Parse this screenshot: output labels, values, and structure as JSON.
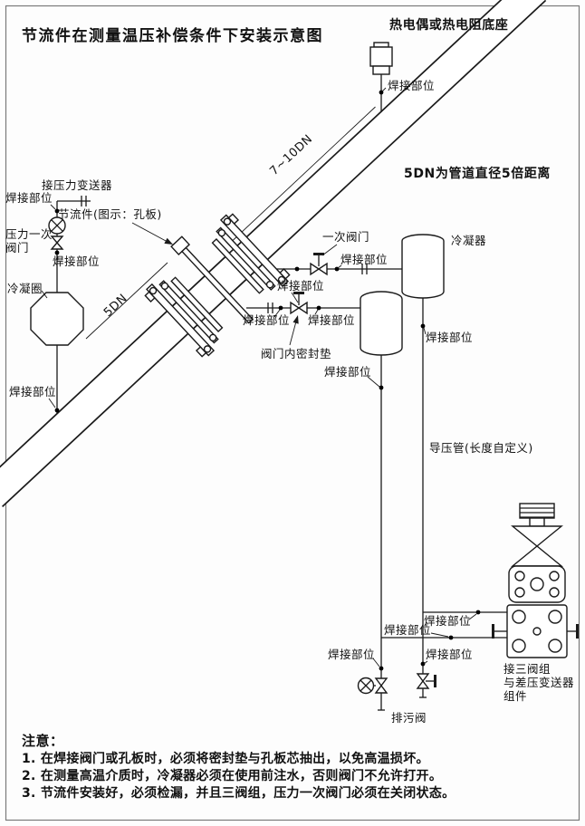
{
  "page": {
    "title": "节流件在测量温压补偿条件下安装示意图"
  },
  "labels": {
    "thermo_base": "热电偶或热电阻底座",
    "weld": "焊接部位",
    "dn_note": "5DN为管道直径5倍距离",
    "dim_7_10dn": "7~10DN",
    "dim_5dn": "5DN",
    "pressure_transmitter_conn": "接压力变送器",
    "throttle_device": "节流件(图示：孔板)",
    "pressure_primary_valve": "压力一次\n阀门",
    "condensing_ring": "冷凝圈",
    "primary_valve": "一次阀门",
    "valve_inner_gasket": "阀门内密封垫",
    "condenser": "冷凝器",
    "impulse_pipe": "导压管(长度自定义)",
    "three_valve_group": "接三阀组\n与差压变送器\n组件",
    "drain_valve": "排污阀"
  },
  "notes": {
    "heading": "注意：",
    "items": [
      "1. 在焊接阀门或孔板时，必须将密封垫与孔板芯抽出，以免高温损坏。",
      "2. 在测量高温介质时，冷凝器必须在使用前注水，否则阀门不允许打开。",
      "3. 节流件安装好，必须检漏，并且三阀组，压力一次阀门必须在关闭状态。"
    ]
  }
}
